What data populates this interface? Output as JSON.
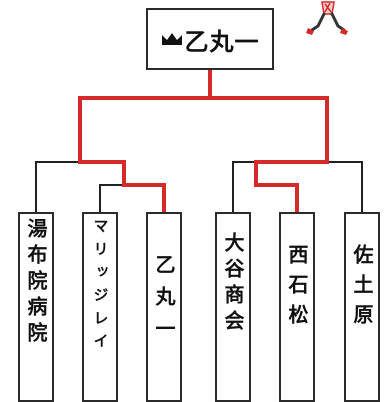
{
  "champion": {
    "label": "乙丸一",
    "icon": "crown-icon"
  },
  "teams": [
    {
      "id": "yufuin",
      "label": "湯布院病院"
    },
    {
      "id": "marijirei",
      "label": "マリッジレイ"
    },
    {
      "id": "otomaru",
      "label": "乙丸一"
    },
    {
      "id": "ooya",
      "label": "大谷商会"
    },
    {
      "id": "saiseki",
      "label": "西石松"
    },
    {
      "id": "sado",
      "label": "佐土原"
    }
  ],
  "colors": {
    "winner_line": "#d42a2a",
    "line": "#222222",
    "border": "#2b2b2b"
  }
}
